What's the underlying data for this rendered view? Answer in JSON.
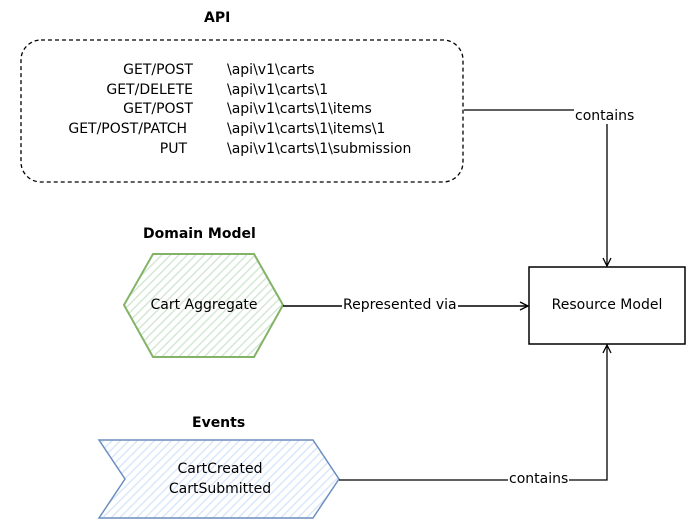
{
  "groups": {
    "api": {
      "title": "API",
      "endpoints": [
        {
          "method": "GET/POST",
          "path": "\\api\\v1\\carts"
        },
        {
          "method": "GET/DELETE",
          "path": "\\api\\v1\\carts\\1"
        },
        {
          "method": "GET/POST",
          "path": "\\api\\v1\\carts\\1\\items"
        },
        {
          "method": "GET/POST/PATCH",
          "path": "\\api\\v1\\carts\\1\\items\\1"
        },
        {
          "method": "PUT",
          "path": "\\api\\v1\\carts\\1\\submission"
        }
      ]
    },
    "domain_model": {
      "title": "Domain Model",
      "node_label": "Cart Aggregate",
      "color": "#82b366",
      "hatch_color": "#d5e8d4"
    },
    "events": {
      "title": "Events",
      "lines": [
        "CartCreated",
        "CartSubmitted"
      ],
      "color": "#6c8ebf",
      "hatch_color": "#dae8fc"
    }
  },
  "resource_model": {
    "label": "Resource Model"
  },
  "edges": [
    {
      "from": "API",
      "to": "Resource Model",
      "label": "contains"
    },
    {
      "from": "Cart Aggregate",
      "to": "Resource Model",
      "label": "Represented via"
    },
    {
      "from": "Events",
      "to": "Resource Model",
      "label": "contains"
    }
  ]
}
